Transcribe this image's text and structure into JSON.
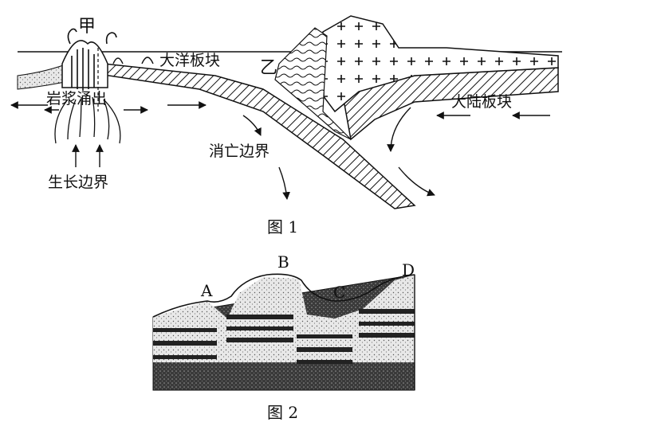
{
  "figure1": {
    "caption": "图 1",
    "labels": {
      "jia": "甲",
      "yi": "乙",
      "oceanic_plate": "大洋板块",
      "continental_plate": "大陆板块",
      "magma_upwelling": "岩浆涌出",
      "subduction_boundary": "消亡边界",
      "growth_boundary": "生长边界"
    }
  },
  "figure2": {
    "caption": "图 2",
    "labels": {
      "a": "A",
      "b": "B",
      "c": "C",
      "d": "D"
    }
  }
}
